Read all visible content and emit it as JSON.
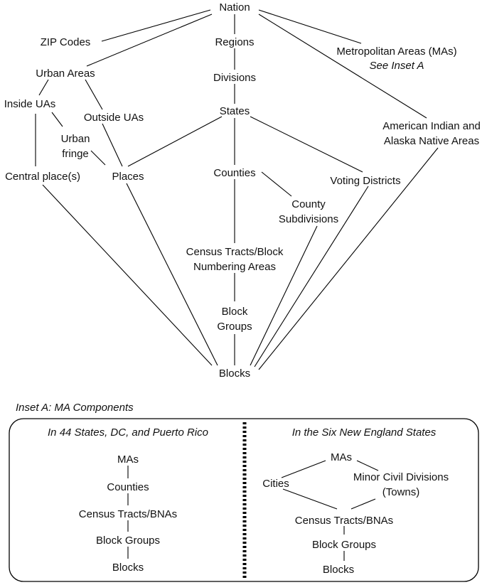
{
  "main": {
    "nodes": {
      "nation": "Nation",
      "zip": "ZIP Codes",
      "regions": "Regions",
      "ma_1": "Metropolitan Areas (MAs)",
      "ma_2": "See Inset A",
      "urban_areas": "Urban Areas",
      "divisions": "Divisions",
      "inside_uas": "Inside UAs",
      "states": "States",
      "outside_uas": "Outside UAs",
      "urban_fringe_1": "Urban",
      "urban_fringe_2": "fringe",
      "aian_1": "American Indian and",
      "aian_2": "Alaska Native Areas",
      "central_place": "Central place(s)",
      "places": "Places",
      "counties": "Counties",
      "voting": "Voting Districts",
      "cousub_1": "County",
      "cousub_2": "Subdivisions",
      "tracts_1": "Census Tracts/Block",
      "tracts_2": "Numbering Areas",
      "bg_1": "Block",
      "bg_2": "Groups",
      "blocks": "Blocks"
    }
  },
  "inset": {
    "title": "Inset A: MA Components",
    "left": {
      "heading": "In 44 States, DC, and Puerto Rico",
      "mas": "MAs",
      "counties": "Counties",
      "tracts": "Census Tracts/BNAs",
      "bg": "Block Groups",
      "blocks": "Blocks"
    },
    "right": {
      "heading": "In the Six New England States",
      "mas": "MAs",
      "cities": "Cities",
      "mcd_1": "Minor Civil Divisions",
      "mcd_2": "(Towns)",
      "tracts": "Census Tracts/BNAs",
      "bg": "Block Groups",
      "blocks": "Blocks"
    }
  }
}
